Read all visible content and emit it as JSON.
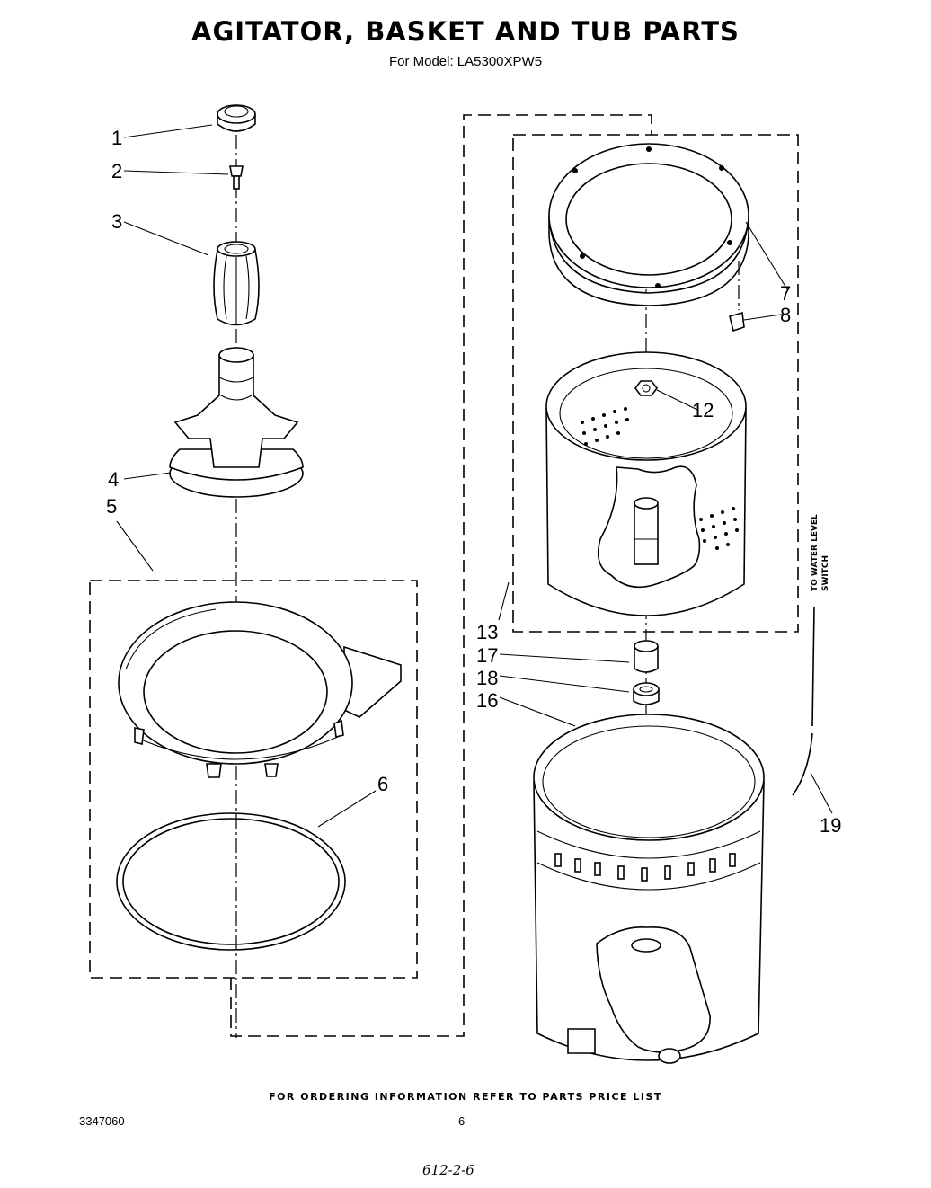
{
  "header": {
    "title": "AGITATOR, BASKET AND TUB PARTS",
    "model_line": "For Model: LA5300XPW5"
  },
  "callouts": [
    "1",
    "2",
    "3",
    "4",
    "5",
    "6",
    "7",
    "8",
    "12",
    "13",
    "17",
    "18",
    "16",
    "19"
  ],
  "side_note": {
    "line1": "TO WATER LEVEL",
    "line2": "SWITCH"
  },
  "footer": {
    "ordering_note": "FOR ORDERING INFORMATION REFER TO PARTS PRICE LIST",
    "doc_number": "3347060",
    "page_number": "6",
    "handwritten_note": "612-2-6"
  }
}
